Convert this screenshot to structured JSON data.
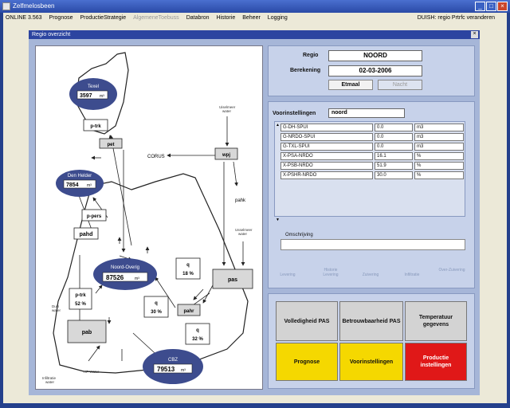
{
  "window": {
    "title": "Zelfmelosbeen"
  },
  "menu": {
    "status": "ONLINE 3.563",
    "items": [
      "Prognose",
      "ProductieStrategie",
      "AlgemeneToebuss",
      "Databron",
      "Historie",
      "Beheer",
      "Logging"
    ],
    "disabled_index": 2,
    "user": "DUISH: regio Prtrfc veranderen"
  },
  "panel": {
    "title": "Regio overzicht"
  },
  "map": {
    "regions": [
      {
        "name": "Texel",
        "value": "3597",
        "unit": "m³"
      },
      {
        "name": "Den Helder",
        "value": "7854",
        "unit": "m³"
      },
      {
        "name": "Noord-Overig",
        "value": "87526",
        "unit": "m³"
      },
      {
        "name": "CBZ",
        "value": "79513",
        "unit": "m³"
      }
    ],
    "nodes": {
      "pet": "pet",
      "wpj": "wpj",
      "pahd": "pahd",
      "pas": "pas",
      "pab": "pab",
      "pahr": "pahr",
      "pahk": "pahk",
      "corus": "CORUS"
    },
    "labels": {
      "ptrk1": "p-trk",
      "ppers": "p-pers",
      "q1": "q",
      "q1v": "18 %",
      "q2": "q",
      "q2v": "30 %",
      "ptrk2": "p-trk",
      "ptrk2v": "52 %",
      "q3": "q",
      "q3v": "32 %",
      "oppwater1a": "Uiselmeer",
      "oppwater1b": "water",
      "oppwater2a": "Usselmeer",
      "oppwater2b": "water",
      "duinwater_a": "Duin",
      "duinwater_b": "water",
      "infiltratie_a": "Infiltratie",
      "infiltratie_b": "water",
      "hpwater": "HF-Water"
    }
  },
  "regio": {
    "regio_label": "Regio",
    "regio_value": "NOORD",
    "berekening_label": "Berekening",
    "berekening_value": "02-03-2006",
    "etmaal": "Etmaal",
    "nacht": "Nacht"
  },
  "voorinstellingen": {
    "label": "Voorinstellingen",
    "value": "noord",
    "rows": [
      [
        "G-DH-SPUI",
        "0.0",
        "m3"
      ],
      [
        "G-NRDO-SPUI",
        "0.0",
        "m3"
      ],
      [
        "G-TXL-SPUI",
        "0.0",
        "m3"
      ],
      [
        "X-PSA-NRDO",
        "16.1",
        "%"
      ],
      [
        "X-PSB-NRDO",
        "51.9",
        "%"
      ],
      [
        "X-PSHR-NRDO",
        "30.0",
        "%"
      ]
    ],
    "omschrijving_label": "Omschrijving",
    "footer": [
      "Levering",
      "Historie Levering",
      "Zuivering",
      "Infiltratie",
      "Over-Zuivering"
    ]
  },
  "tiles": [
    {
      "label": "Volledigheid PAS",
      "color": "grey"
    },
    {
      "label": "Betrouwbaarheid PAS",
      "color": "grey"
    },
    {
      "label": "Temperatuur gegevens",
      "color": "grey"
    },
    {
      "label": "Prognose",
      "color": "yellow"
    },
    {
      "label": "Voorinstellingen",
      "color": "yellow"
    },
    {
      "label": "Productie instellingen",
      "color": "red"
    }
  ]
}
